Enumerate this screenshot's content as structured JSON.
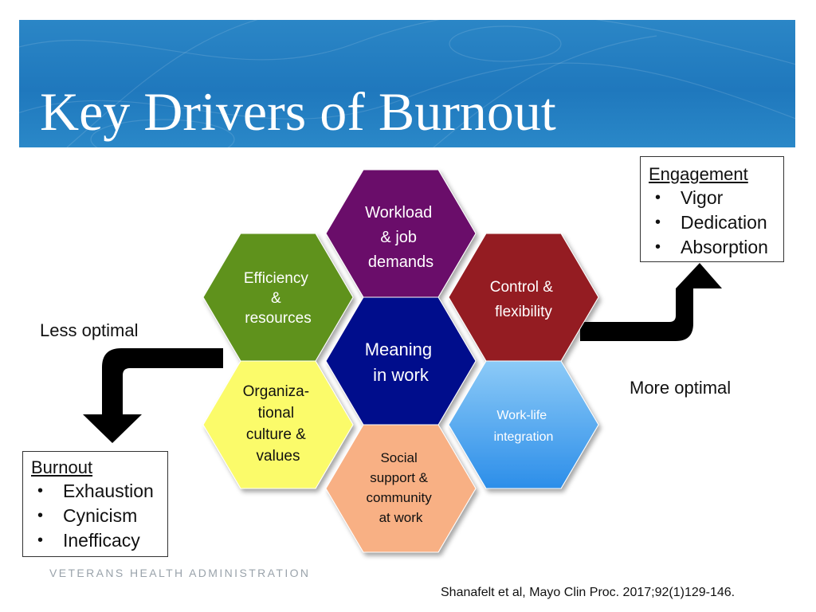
{
  "slide": {
    "title": "Key Drivers of Burnout",
    "footer": "VETERANS HEALTH ADMINISTRATION",
    "citation": "Shanafelt et al, Mayo Clin Proc. 2017;92(1)129-146."
  },
  "hexagons": [
    {
      "id": "workload",
      "lines": [
        "Workload",
        "& job",
        "demands"
      ],
      "color": "#6b0d6b",
      "text_color": "#ffffff"
    },
    {
      "id": "efficiency",
      "lines": [
        "Efficiency",
        "&",
        "resources"
      ],
      "color": "#5e921e",
      "text_color": "#ffffff"
    },
    {
      "id": "control",
      "lines": [
        "Control &",
        "flexibility"
      ],
      "color": "#941c22",
      "text_color": "#ffffff"
    },
    {
      "id": "meaning",
      "lines": [
        "Meaning",
        "in work"
      ],
      "color": "#020a8c",
      "text_color": "#ffffff"
    },
    {
      "id": "culture",
      "lines": [
        "Organiza-",
        "tional",
        "culture &",
        "values"
      ],
      "color": "#fbfb6a",
      "text_color": "#111111"
    },
    {
      "id": "worklife",
      "lines": [
        "Work-life",
        "integration"
      ],
      "color": "#3f9df0",
      "text_color": "#ffffff"
    },
    {
      "id": "social",
      "lines": [
        "Social",
        "support &",
        "community",
        "at work"
      ],
      "color": "#f8b084",
      "text_color": "#111111"
    }
  ],
  "engagement": {
    "title": "Engagement",
    "items": [
      "Vigor",
      "Dedication",
      "Absorption"
    ]
  },
  "burnout": {
    "title": "Burnout",
    "items": [
      "Exhaustion",
      "Cynicism",
      "Inefficacy"
    ]
  },
  "labels": {
    "less_optimal": "Less optimal",
    "more_optimal": "More optimal"
  },
  "colors": {
    "banner": "#1f78bd",
    "arrow": "#000000"
  }
}
